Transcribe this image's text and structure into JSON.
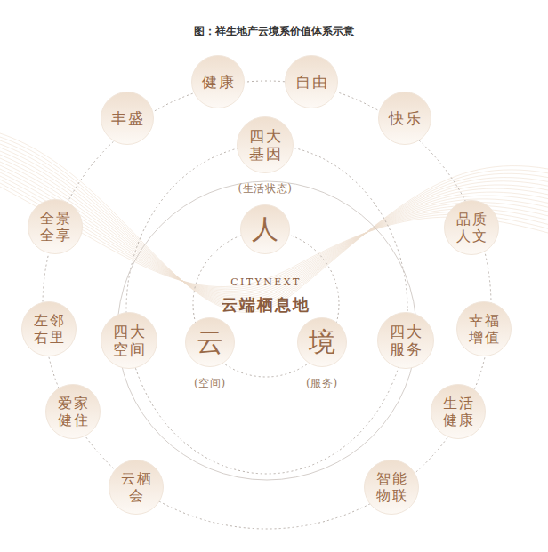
{
  "diagram": {
    "title": "图：祥生地产云境系价值体系示意",
    "nodes": [
      {
        "text": [
          "四大基因"
        ]
      },
      {
        "text": [
          "人",
          "(生活状态)"
        ]
      },
      {
        "text": [
          "云",
          "(空间)"
        ]
      },
      {
        "text": [
          "境",
          "(服务)"
        ]
      },
      {
        "text": [
          "四大空间"
        ]
      },
      {
        "text": [
          "四大服务"
        ]
      },
      {
        "text": [
          "丰盛"
        ]
      },
      {
        "text": [
          "健康"
        ]
      },
      {
        "text": [
          "自由"
        ]
      },
      {
        "text": [
          "快乐"
        ]
      },
      {
        "text": [
          "品质人文"
        ]
      },
      {
        "text": [
          "幸福增值"
        ]
      },
      {
        "text": [
          "生活健康"
        ]
      },
      {
        "text": [
          "智能物联"
        ]
      },
      {
        "text": [
          "云栖会"
        ]
      },
      {
        "text": [
          "爱家健住"
        ]
      },
      {
        "text": [
          "左邻右里"
        ]
      },
      {
        "text": [
          "全景全享"
        ]
      }
    ],
    "labels": [
      "CITYNEXT",
      "云端栖息地"
    ]
  }
}
